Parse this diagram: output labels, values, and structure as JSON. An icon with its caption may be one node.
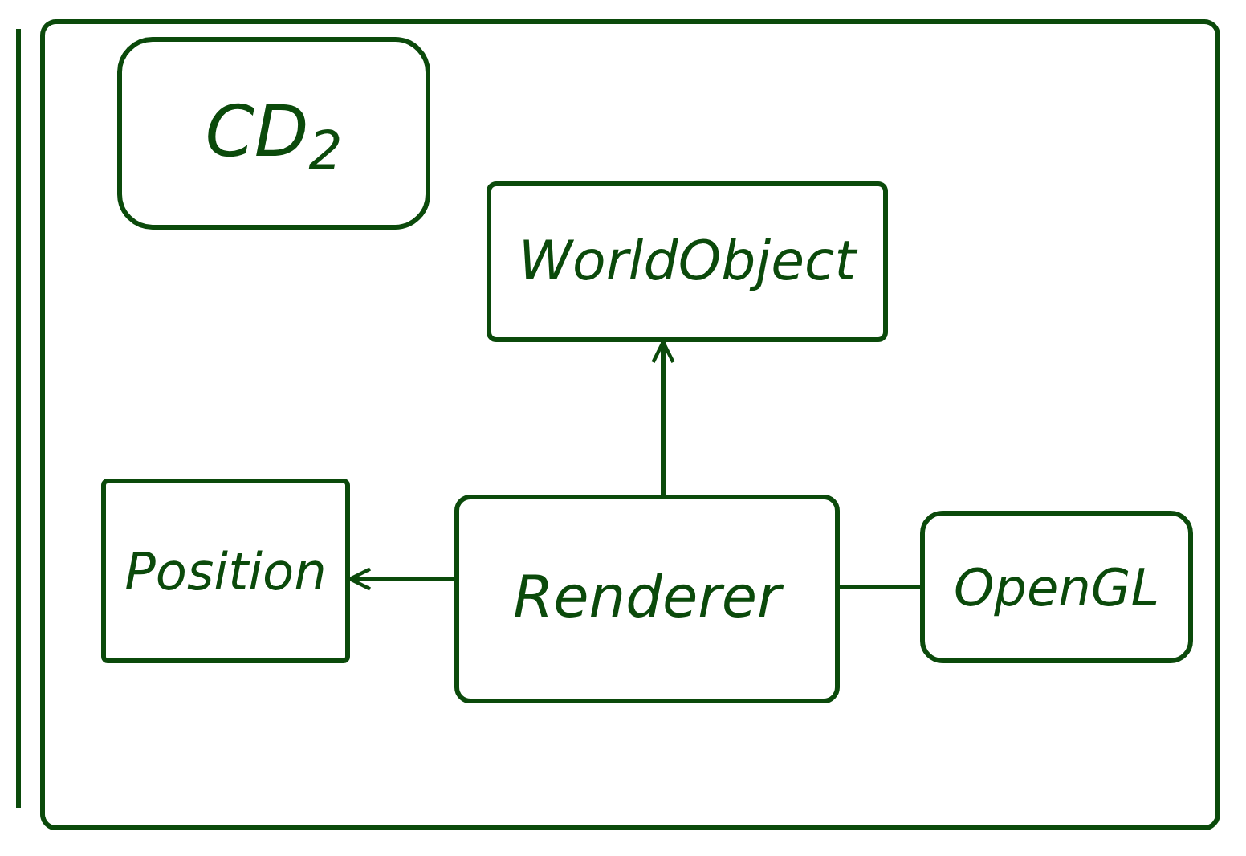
{
  "diagram": {
    "nodes": [
      {
        "text": [],
        "shape": "box"
      },
      {
        "text": [
          "CD$_{2}$"
        ],
        "in": 0
      },
      {
        "text": [
          "WorldObject"
        ],
        "in": 0
      },
      {
        "text": [
          "Position"
        ],
        "in": 0
      },
      {
        "text": [
          "Renderer"
        ],
        "in": 0
      },
      {
        "text": [
          "OpenGL"
        ],
        "in": 0
      }
    ],
    "edges": [
      {
        "from": 4,
        "to": 2,
        "arrow": "to"
      },
      {
        "from": 4,
        "to": 3,
        "arrow": "to"
      },
      {
        "from": 4,
        "to": 5,
        "arrow": "none"
      }
    ]
  }
}
